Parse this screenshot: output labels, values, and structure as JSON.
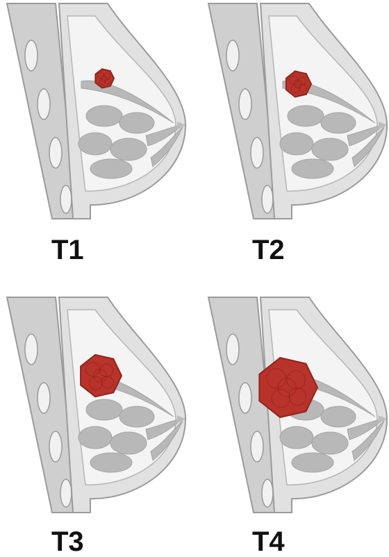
{
  "panels": [
    {
      "label": "T1",
      "tumor_size": "small"
    },
    {
      "label": "T2",
      "tumor_size": "medium"
    },
    {
      "label": "T3",
      "tumor_size": "large"
    },
    {
      "label": "T4",
      "tumor_size": "very large"
    }
  ],
  "colors": {
    "background": "#ffffff",
    "outer_skin": "#e1e1e1",
    "outline": "#9a9a9a",
    "chest_wall": "#cfcfcf",
    "rib": "#f1f1f1",
    "fat_tissue": "#f4f4f4",
    "glandular_lobes": "#b8b8b8",
    "tumor": "#b8332a",
    "tumor_dark": "#8e241d",
    "label_text": "#111111"
  }
}
